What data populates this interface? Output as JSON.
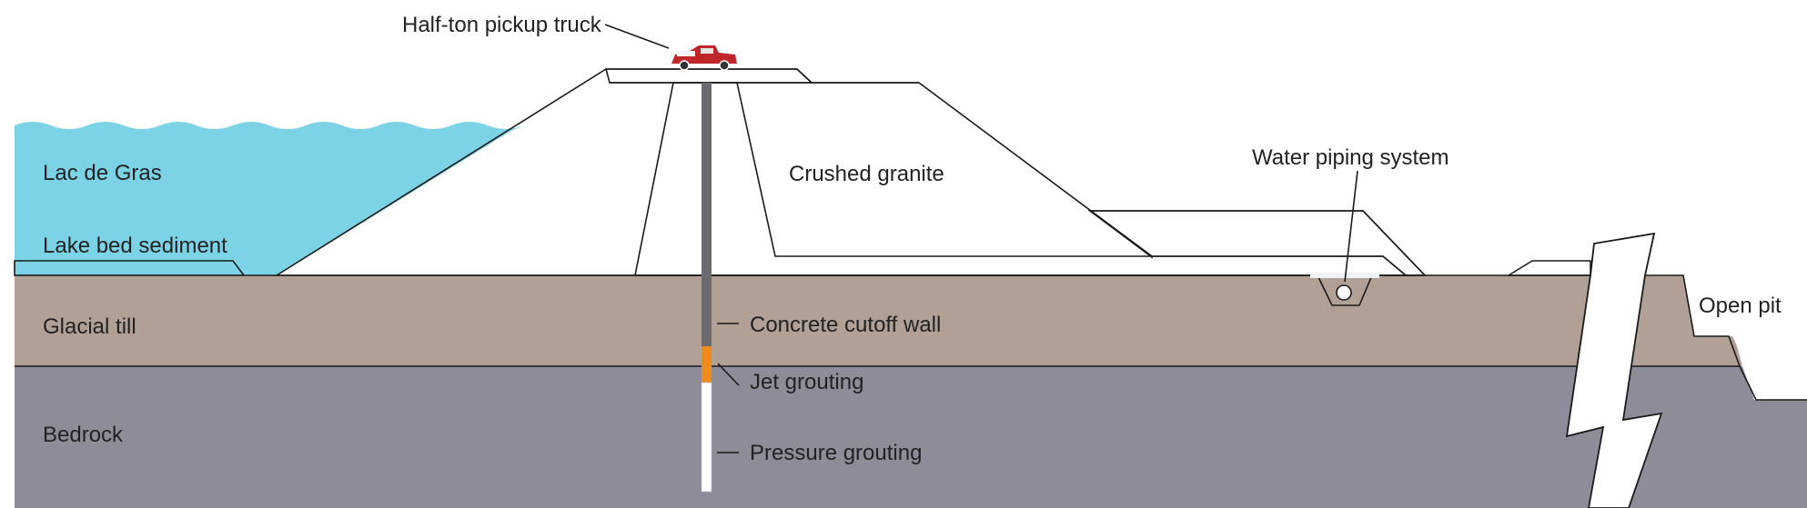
{
  "labels": {
    "truck": "Half-ton pickup truck",
    "lake": "Lac de Gras",
    "sediment": "Lake bed sediment",
    "glacial_till": "Glacial till",
    "bedrock": "Bedrock",
    "granite": "Crushed granite",
    "piping": "Water piping system",
    "cutoff": "Concrete cutoff wall",
    "jet": "Jet grouting",
    "pressure": "Pressure grouting",
    "open_pit": "Open pit"
  },
  "colors": {
    "water": "#7dd3e6",
    "sediment": "#f8e8b4",
    "glacial_till": "#b0a095",
    "bedrock": "#8d8c98",
    "granite": "#dfe1ee",
    "core": "#eef2f5",
    "cutoff_wall": "#6b6b6f",
    "jet_grout": "#f08a1c",
    "pressure_grout": "#ffffff",
    "truck": "#c0272d",
    "open_pit_sand": "#f6ecb0"
  }
}
